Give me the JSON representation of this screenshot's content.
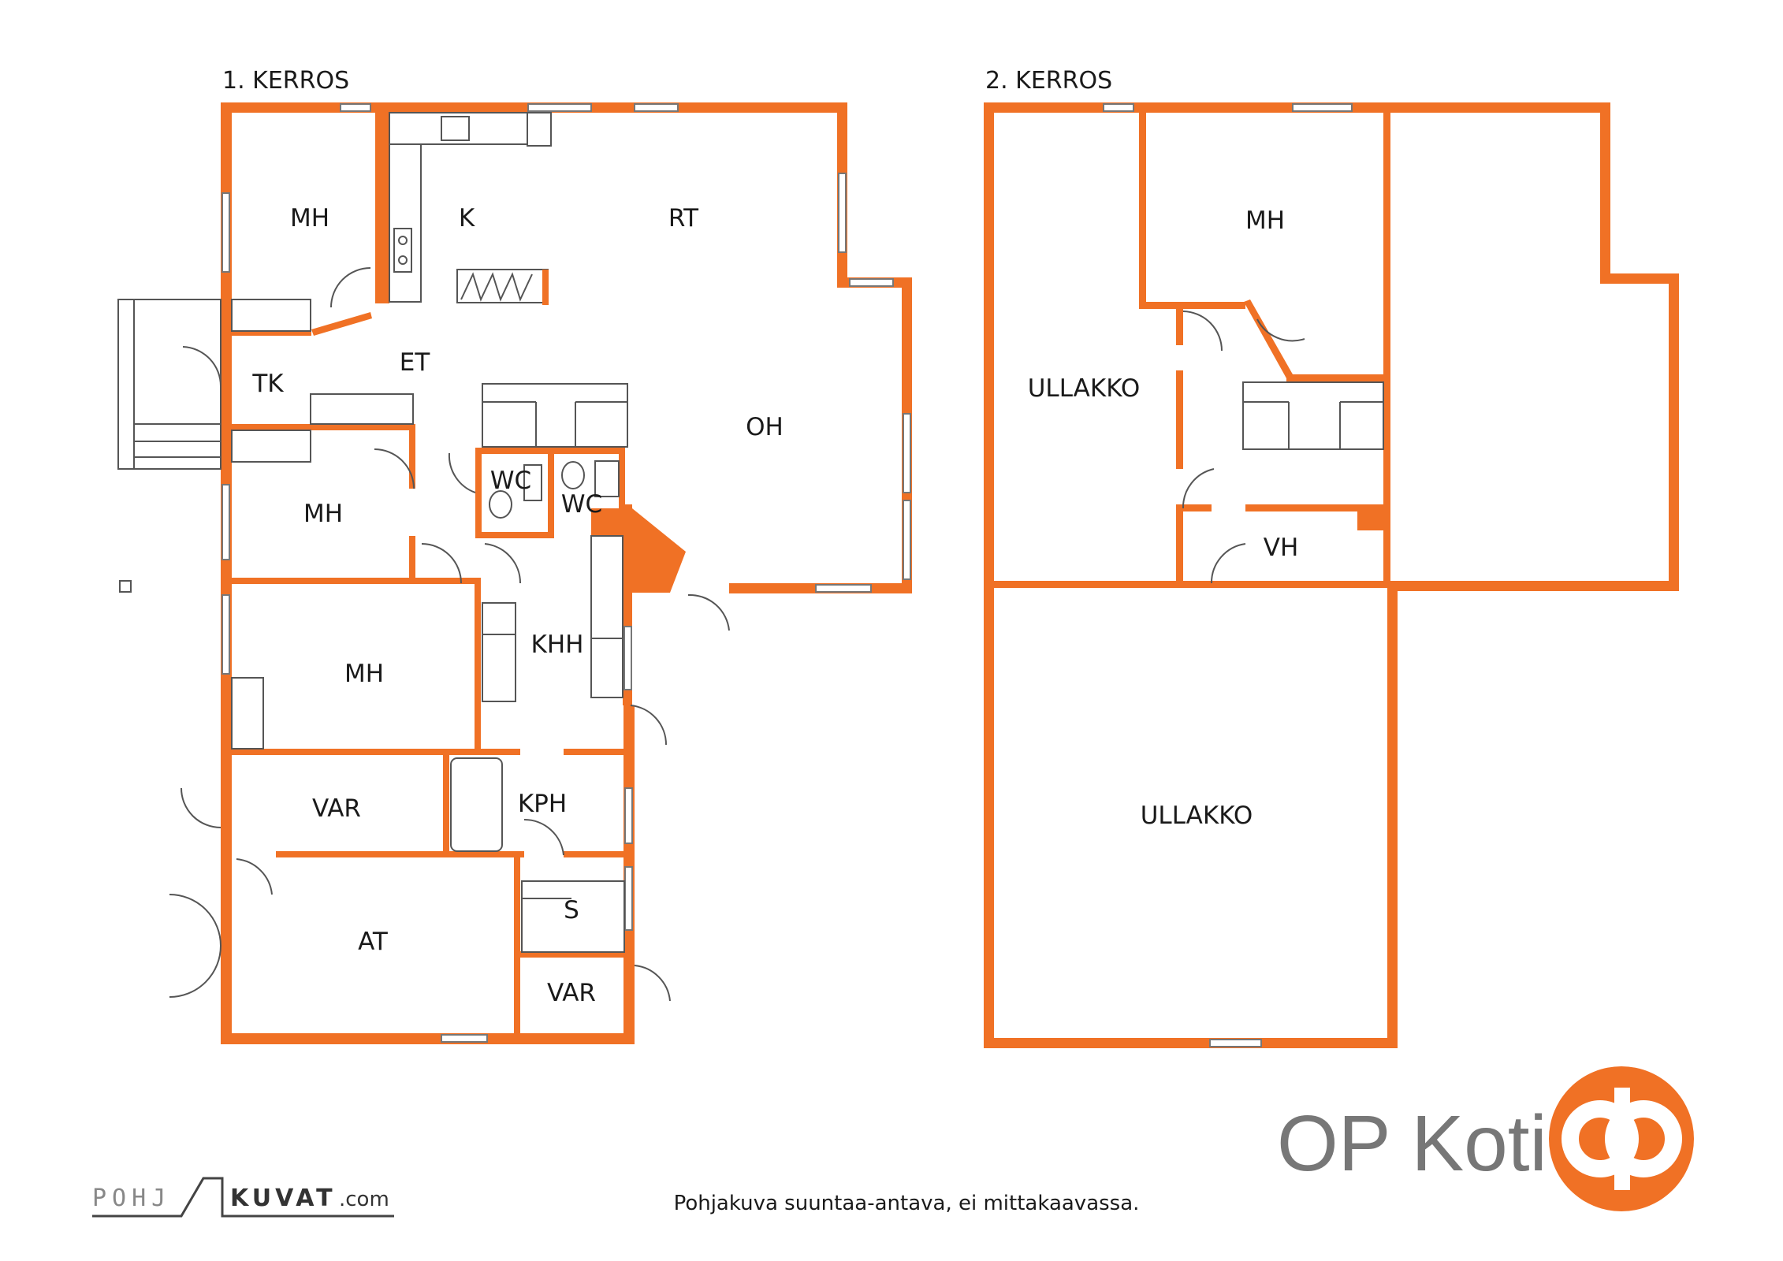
{
  "floors": [
    {
      "title": "1. KERROS",
      "rooms": [
        "MH",
        "K",
        "RT",
        "ET",
        "TK",
        "MH",
        "OH",
        "WC",
        "WC",
        "MH",
        "KHH",
        "VAR",
        "KPH",
        "S",
        "AT",
        "VAR"
      ]
    },
    {
      "title": "2. KERROS",
      "rooms": [
        "MH",
        "ULLAKKO",
        "VH",
        "ULLAKKO"
      ]
    }
  ],
  "footer": {
    "note": "Pohjakuva suuntaa-antava, ei mittakaavassa.",
    "brand": "OP Koti",
    "logo_icon": "op-logo-icon",
    "credit_left": "POHJ",
    "credit_mid": "KUVAT",
    "credit_right": ".com"
  },
  "colors": {
    "wall": "#f07125",
    "text": "#1a1a1a",
    "brand_gray": "#777777"
  }
}
